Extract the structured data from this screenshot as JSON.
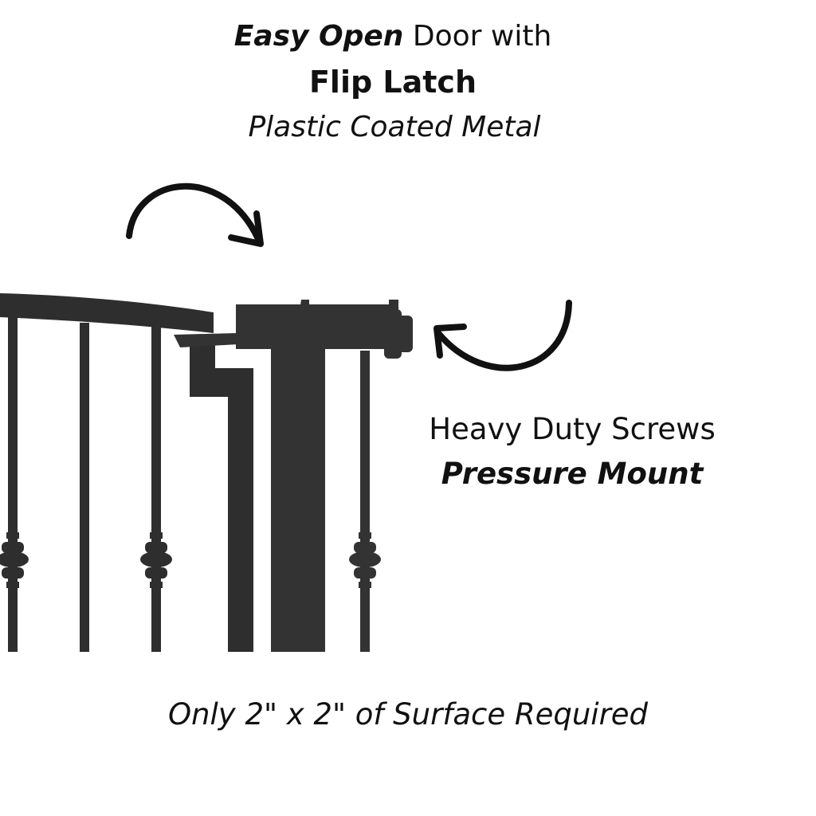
{
  "header": {
    "easy_open": "Easy Open",
    "door_with": "Door with",
    "flip_latch": "Flip Latch",
    "material": "Plastic Coated Metal"
  },
  "screws_callout": {
    "line1": "Heavy Duty Screws",
    "line2": "Pressure Mount"
  },
  "footer": {
    "note": "Only 2\" x 2\" of Surface Required"
  },
  "colors": {
    "text": "#111111",
    "gate": "#2b2b2b",
    "background": "#ffffff"
  },
  "icons": {
    "left_arrow": "curved-arrow-right-down-icon",
    "right_arrow": "curved-arrow-left-icon"
  }
}
